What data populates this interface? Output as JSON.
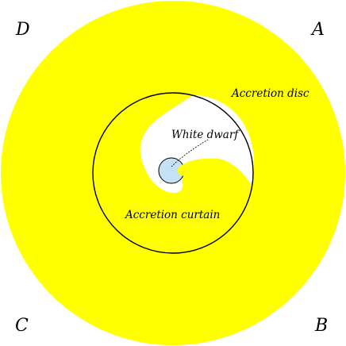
{
  "diagram": {
    "corners": {
      "top_left": "D",
      "top_right": "A",
      "bottom_right": "B",
      "bottom_left": "C"
    },
    "labels": {
      "accretion_disc": "Accretion disc",
      "white_dwarf": "White dwarf",
      "accretion_curtain": "Accretion curtain"
    },
    "colors": {
      "disc": "#ffff00",
      "background": "#ffffff",
      "white_dwarf": "#c4e2f4",
      "outline": "#000000"
    }
  }
}
